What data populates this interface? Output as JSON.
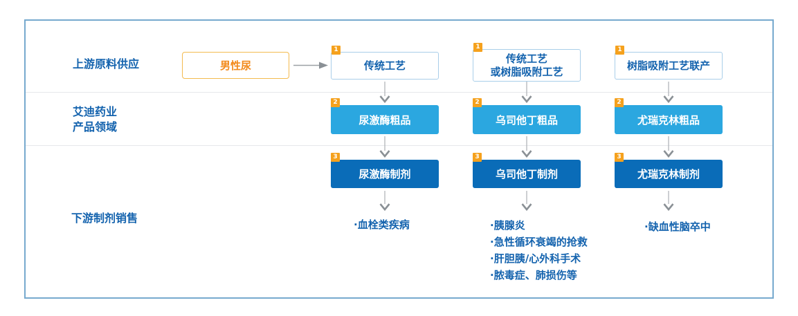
{
  "diagram": {
    "row_labels": {
      "upstream": "上游原料供应",
      "company_line1": "艾迪药业",
      "company_line2": "产品领域",
      "downstream": "下游制剂销售"
    },
    "source": {
      "label": "男性尿"
    },
    "columns": [
      {
        "process": {
          "badge": "1",
          "line1": "传统工艺",
          "line2": ""
        },
        "crude": {
          "badge": "2",
          "label": "尿激酶粗品"
        },
        "formulation": {
          "badge": "3",
          "label": "尿激酶制剂"
        },
        "indications": [
          "·血栓类疾病"
        ]
      },
      {
        "process": {
          "badge": "1",
          "line1": "传统工艺",
          "line2": "或树脂吸附工艺"
        },
        "crude": {
          "badge": "2",
          "label": "乌司他丁粗品"
        },
        "formulation": {
          "badge": "3",
          "label": "乌司他丁制剂"
        },
        "indications": [
          "·胰腺炎",
          "·急性循环衰竭的抢救",
          "·肝胆胰/心外科手术",
          "·脓毒症、肺损伤等"
        ]
      },
      {
        "process": {
          "badge": "1",
          "line1": "树脂吸附工艺联产",
          "line2": ""
        },
        "crude": {
          "badge": "2",
          "label": "尤瑞克林粗品"
        },
        "formulation": {
          "badge": "3",
          "label": "尤瑞克林制剂"
        },
        "indications": [
          "·缺血性脑卒中"
        ]
      }
    ],
    "colors": {
      "label_text_blue": "#1463AE",
      "crude_box_blue": "#2BA7E0",
      "formulation_box_blue": "#0A6CB8",
      "badge_orange": "#F5A11D",
      "source_border_orange": "#F3BA4E",
      "source_text_orange": "#F28A1C",
      "panel_border_blue": "#76A9CE",
      "divider_gray": "#E6E8EA",
      "arrow_gray": "#9BA0A5"
    }
  }
}
